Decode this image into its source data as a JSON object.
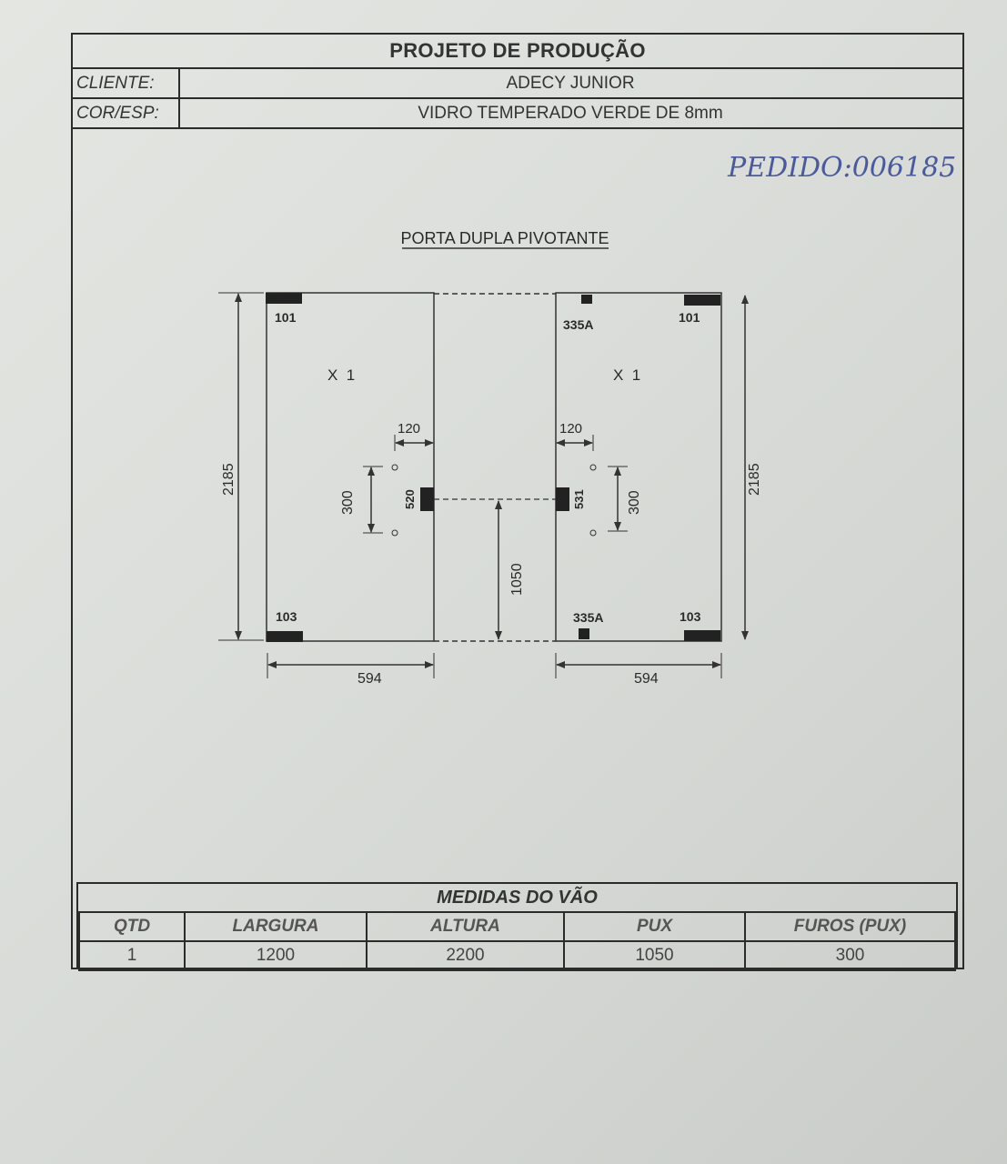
{
  "header": {
    "title": "PROJETO DE PRODUÇÃO",
    "client_label": "CLIENTE:",
    "client_value": "ADECY JUNIOR",
    "material_label": "COR/ESP:",
    "material_value": "VIDRO TEMPERADO VERDE DE 8mm"
  },
  "handwritten_note": "PEDIDO:006185",
  "drawing": {
    "title": "PORTA DUPLA PIVOTANTE",
    "left_panel": {
      "quantity": "X  1",
      "top_hardware": "101",
      "bottom_hardware": "103",
      "handle_hardware": "520",
      "height": "2185",
      "width": "594",
      "handle_offset": "120",
      "handle_holes": "300"
    },
    "right_panel": {
      "quantity": "X  1",
      "top_hardware": "101",
      "bottom_hardware": "103",
      "top_pivot": "335A",
      "bottom_pivot": "335A",
      "handle_hardware": "531",
      "height": "2185",
      "width": "594",
      "handle_offset": "120",
      "handle_holes": "300"
    },
    "handle_height": "1050"
  },
  "footer": {
    "title": "MEDIDAS DO VÃO",
    "columns": [
      "QTD",
      "LARGURA",
      "ALTURA",
      "PUX",
      "FUROS (PUX)"
    ],
    "values": [
      "1",
      "1200",
      "2200",
      "1050",
      "300"
    ]
  }
}
